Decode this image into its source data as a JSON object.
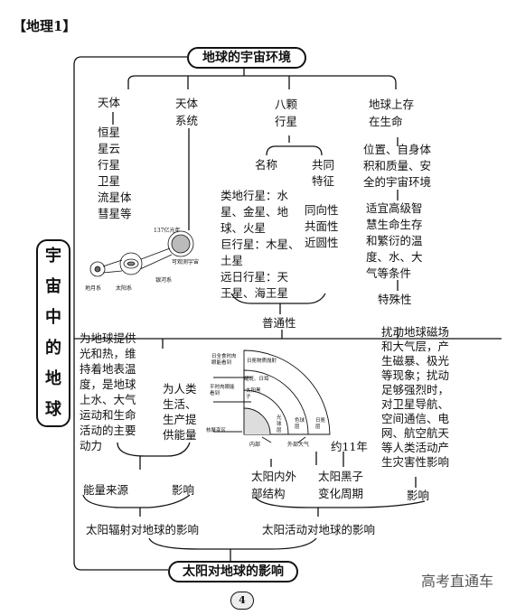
{
  "header": {
    "tag": "【地理1】"
  },
  "title_top": "地球的宇宙环境",
  "left_title": [
    "宇",
    "宙",
    "中",
    "的",
    "地",
    "球"
  ],
  "branches": {
    "b1": {
      "title": "天体",
      "items": [
        "恒星",
        "星云",
        "行星",
        "卫星",
        "流星体",
        "彗星等"
      ]
    },
    "b2": {
      "title": [
        "天体",
        "系统"
      ]
    },
    "b3": {
      "title": [
        "八颗",
        "行星"
      ],
      "col_a": "名称",
      "col_b": [
        "共同",
        "特征"
      ],
      "names": [
        "类地行星：水",
        "星、金星、地",
        "球、火星",
        "巨行星：木星、",
        "土星",
        "远日行星：天",
        "王星、海王星"
      ],
      "features": [
        "同向性",
        "共面性",
        "近圆性"
      ],
      "bottom": "普通性"
    },
    "b4": {
      "title": [
        "地球上存",
        "在生命"
      ],
      "text1": [
        "位置、自身体",
        "积和质量、安",
        "全的宇宙环境"
      ],
      "text2": [
        "适宜高级智",
        "慧生命生存",
        "和繁衍的温",
        "度、水、大",
        "气等条件"
      ],
      "bottom": "特殊性"
    }
  },
  "system_fig": {
    "l1": "137亿光年",
    "l2": "可观测宇宙",
    "l3": "银河系",
    "l4": "太阳系",
    "l5": "地月系"
  },
  "sun_fig": {
    "a": "日全食时肉眼能看到",
    "b": "日冕物质抛射",
    "c": "耀斑、日珥",
    "d": "太阳黑子",
    "e": "平时肉眼能看到",
    "f": "核聚变区",
    "g": "光球层",
    "h": "色球层",
    "i": "日冕层",
    "j": "内部",
    "k": "外部大气",
    "l": "约11年"
  },
  "lower": {
    "left_text": [
      "为地球提供",
      "光和热，维",
      "持着地表温",
      "度，是地球",
      "上水、大气",
      "运动和生命",
      "活动的主要",
      "动力"
    ],
    "mid_text": [
      "为人类",
      "生活、",
      "生产提",
      "供能量"
    ],
    "right_text": [
      "扰动地球磁场",
      "和大气层，产",
      "生磁暴、极光",
      "等现象；扰动",
      "足够强烈时，",
      "对卫星导航、",
      "空间通信、电",
      "网、航空航天",
      "等人类活动产",
      "生灾害性影响"
    ],
    "energy": "能量来源",
    "influence1": "影响",
    "inner": [
      "太阳内外",
      "部结构"
    ],
    "spots": [
      "太阳黑子",
      "变化周期"
    ],
    "influence2": "影响",
    "rad": "太阳辐射对地球的影响",
    "act": "太阳活动对地球的影响",
    "bottom_title": "太阳对地球的影响"
  },
  "page_num": "4",
  "watermark": "高考直通车"
}
